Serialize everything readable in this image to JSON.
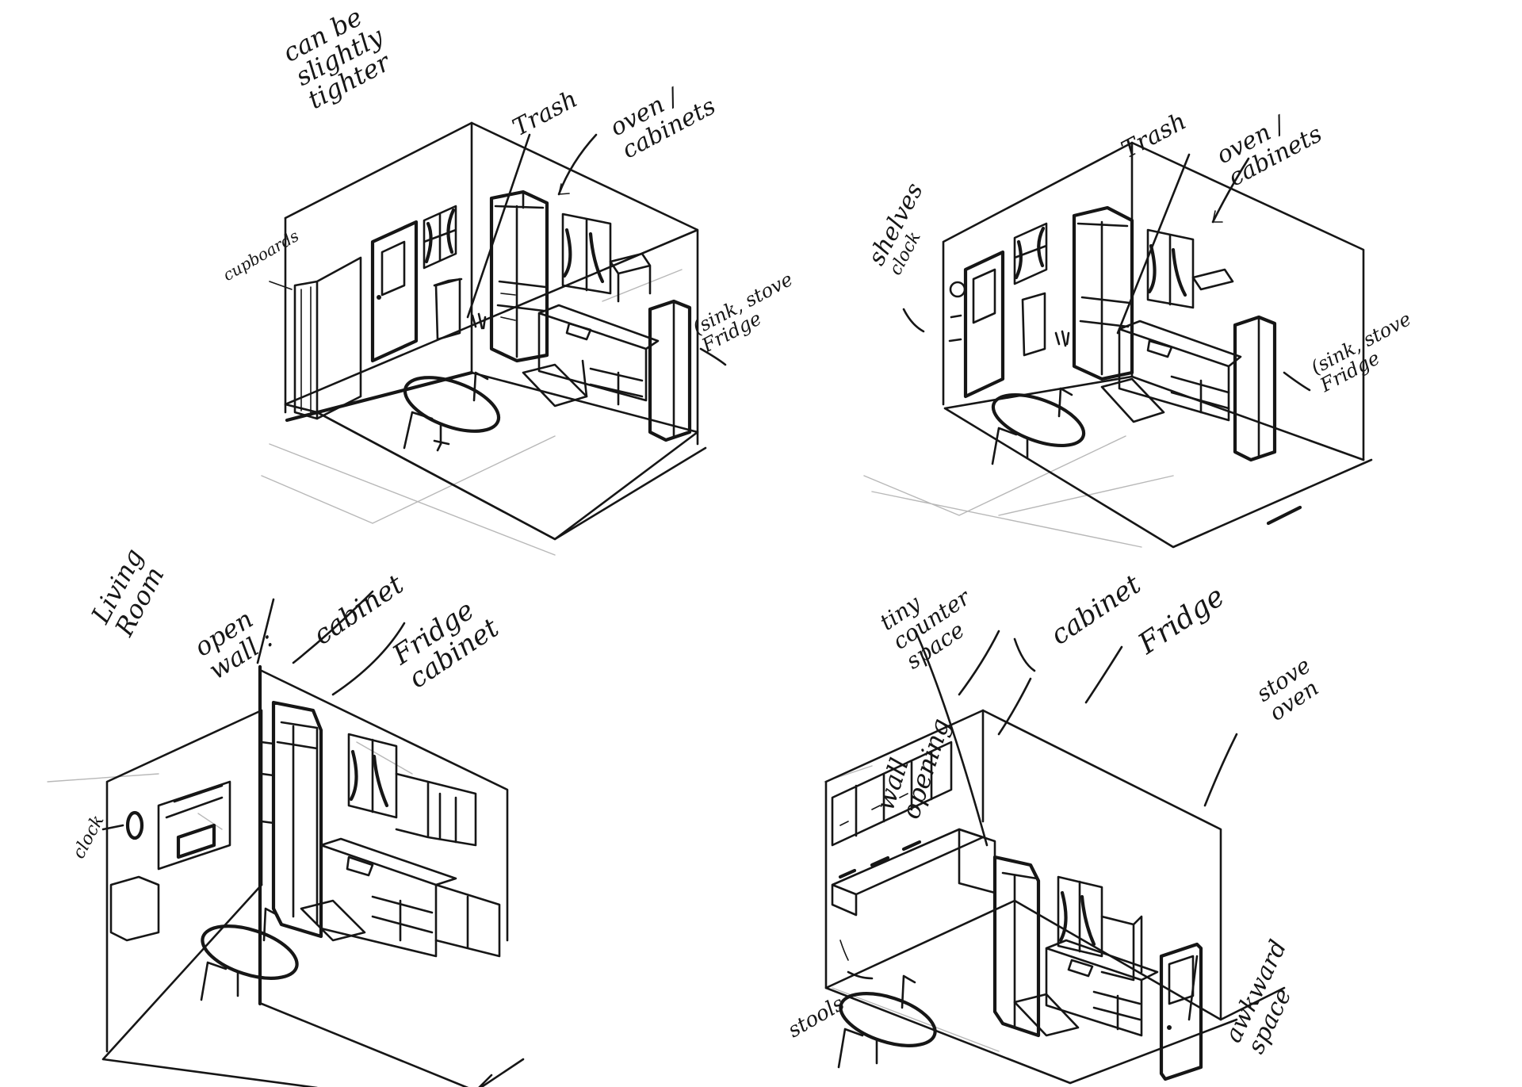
{
  "panels": [
    {
      "id": "sketch-1",
      "labels": {
        "note": [
          "can be",
          "slightly",
          "tighter"
        ],
        "cupboards": "cupboards",
        "trash": "Trash",
        "oven": [
          "oven /",
          "cabinets"
        ],
        "sink": [
          "(sink, stove",
          "Fridge"
        ]
      }
    },
    {
      "id": "sketch-2",
      "labels": {
        "shelves": [
          "shelves",
          "clock"
        ],
        "trash": "Trash",
        "oven": [
          "oven /",
          "cabinets"
        ],
        "sink": [
          "(sink, stove",
          "Fridge"
        ]
      }
    },
    {
      "id": "sketch-3",
      "labels": {
        "living": [
          "Living",
          "Room"
        ],
        "open_wall": [
          "open",
          "wall :"
        ],
        "cabinet": "cabinet",
        "fridge": [
          "Fridge",
          "cabinet"
        ],
        "clock": "clock"
      }
    },
    {
      "id": "sketch-4",
      "labels": {
        "counter": [
          "tiny",
          "counter",
          "space"
        ],
        "cabinet": "cabinet",
        "fridge": "Fridge",
        "wall_opening": [
          "wall",
          "opening"
        ],
        "stools": "stools",
        "stove": [
          "stove",
          "oven"
        ],
        "awkward": [
          "awkward",
          "space"
        ]
      }
    }
  ]
}
